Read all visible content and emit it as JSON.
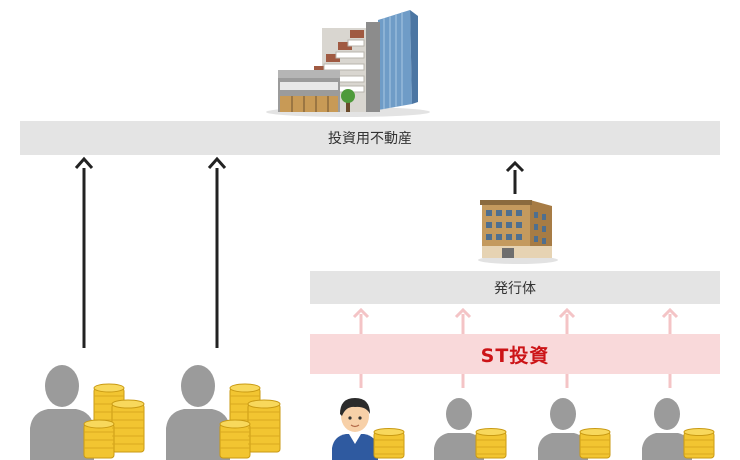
{
  "labels": {
    "top_bar": "投資用不動産",
    "issuer_bar": "発行体",
    "st_bar": "ST投資"
  },
  "colors": {
    "bar_gray": "#e4e4e4",
    "st_pink": "#f9d9da",
    "st_text": "#cc1417",
    "arrow_dark": "#222222",
    "arrow_pink": "#f4c4c6",
    "person_gray": "#9a9a9a",
    "coin_gold": "#f2c531"
  },
  "icons": [
    "building-icon",
    "office-building-icon",
    "person-icon",
    "coin-stack-icon",
    "arrow-up-icon"
  ]
}
